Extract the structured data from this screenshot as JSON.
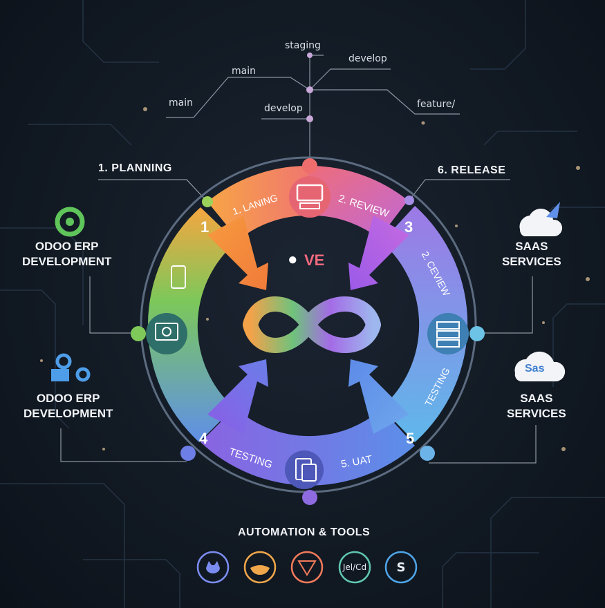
{
  "branches": {
    "staging": "staging",
    "main_top": "main",
    "main_left": "main",
    "develop_right": "develop",
    "develop_center": "develop",
    "feature": "feature/"
  },
  "headings": {
    "planning": "1. PLANNING",
    "release": "6. RELEASE"
  },
  "side_labels": {
    "odoo_top": "ODOO ERP\nDEVELOPMENT",
    "odoo_bottom": "ODOO ERP\nDEVELOPMENT",
    "saas_top": "SAAS\nSERVICES",
    "saas_bottom": "SAAS\nSERVICES"
  },
  "ring": {
    "segment_planning": "1. LANING",
    "segment_review": "2. REVIEW",
    "segment_review_right": "2. CEVIEW",
    "segment_testing_right": "TESTING",
    "segment_testing_bottom": "TESTING",
    "segment_uat": "5. UAT",
    "number_1": "1",
    "number_3": "3",
    "number_4": "4",
    "number_5": "5"
  },
  "center_logo_text": "VE",
  "cloud_badge": "Sas",
  "automation": {
    "title": "AUTOMATION & TOOLS",
    "tools": [
      {
        "name": "github-icon",
        "text": "",
        "color": "#7b8cf0"
      },
      {
        "name": "docker-icon",
        "text": "",
        "color": "#f0a64a"
      },
      {
        "name": "gitlab-icon",
        "text": "",
        "color": "#f07a5a"
      },
      {
        "name": "jenkins-icon",
        "text": "Jel/Cd",
        "color": "#5fc7b0"
      },
      {
        "name": "slack-icon",
        "text": "S",
        "color": "#4fa5e8"
      }
    ]
  },
  "colors": {
    "orange": "#f39a4a",
    "pink": "#ea6a8a",
    "purple": "#a66be0",
    "blue": "#67b7e8",
    "green": "#6fc86a",
    "teal": "#4fb6a8"
  }
}
